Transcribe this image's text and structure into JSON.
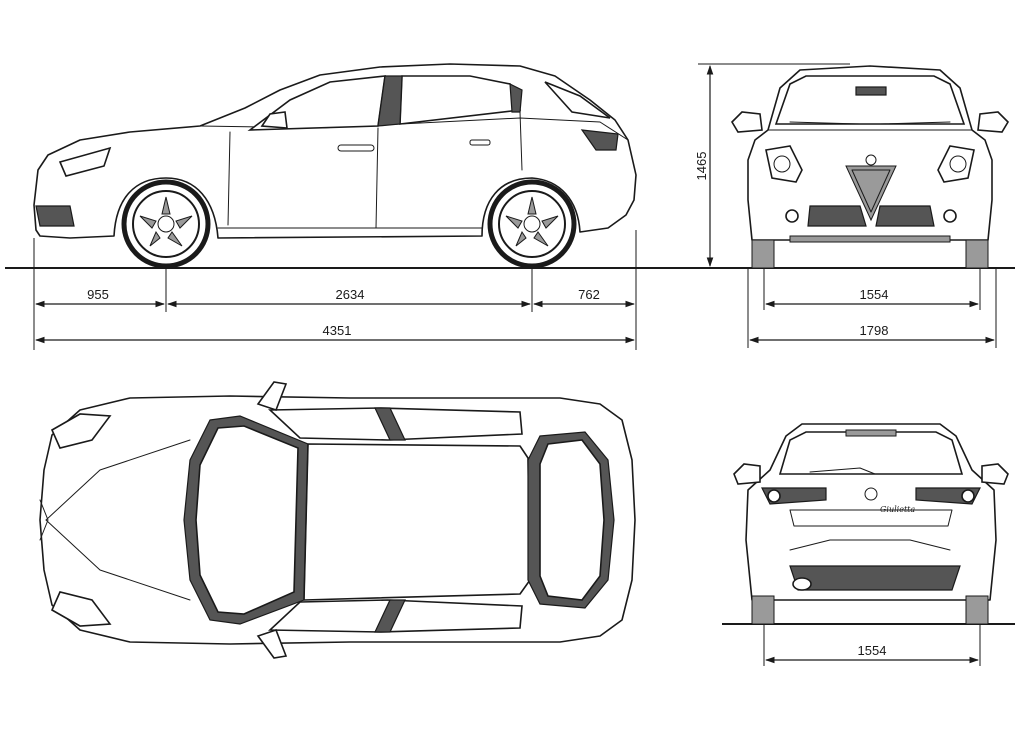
{
  "dimensions": {
    "front_overhang": "955",
    "wheelbase": "2634",
    "rear_overhang": "762",
    "overall_length": "4351",
    "height": "1465",
    "front_track": "1554",
    "overall_width": "1798",
    "rear_track": "1554"
  },
  "badge": {
    "model_script": "Giulietta"
  },
  "views": {
    "side": "side-view",
    "front": "front-view",
    "top": "top-view",
    "rear": "rear-view"
  }
}
